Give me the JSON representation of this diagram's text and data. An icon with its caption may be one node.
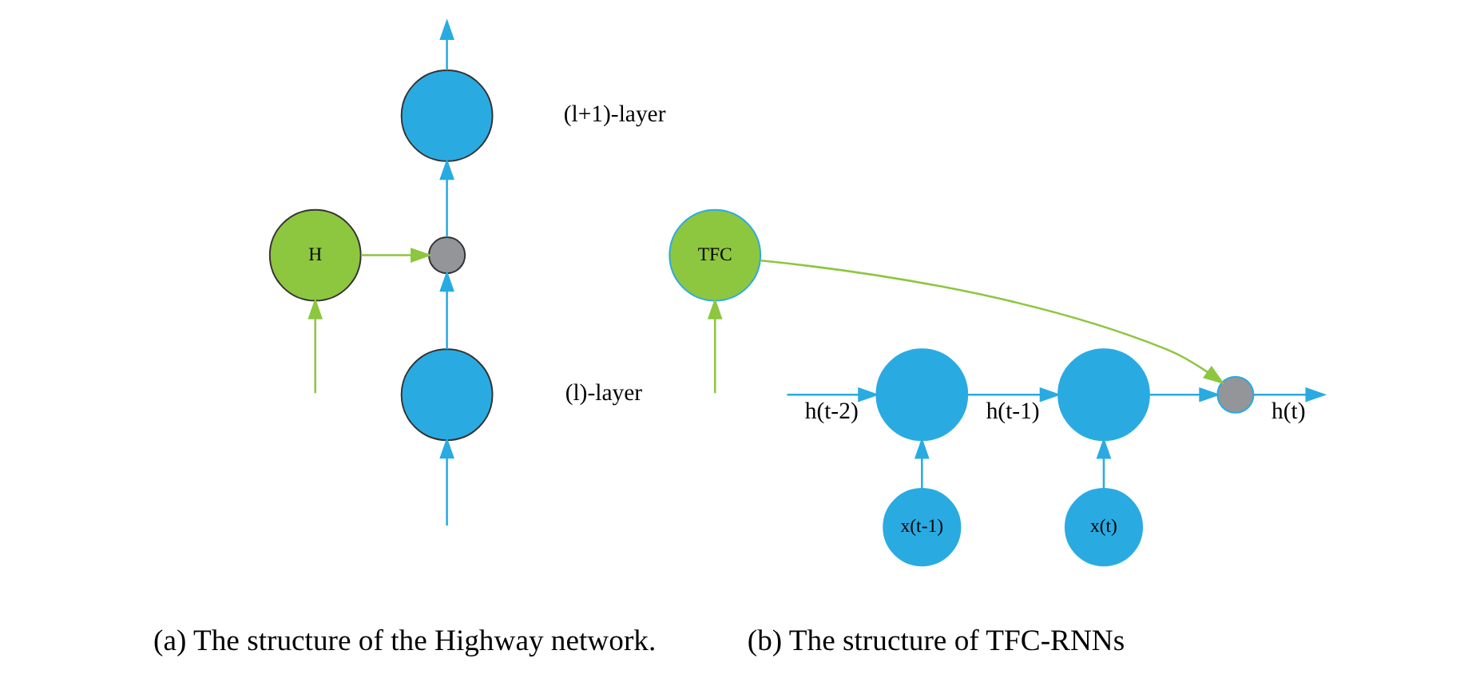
{
  "diagram": {
    "nodes": [
      {
        "text": [],
        "shape": "circle",
        "beside": [
          "(l+1)-layer"
        ]
      },
      {
        "text": [
          "H"
        ]
      },
      {
        "text": [],
        "shape": "circle"
      },
      {
        "text": [],
        "shape": "circle",
        "beside": [
          "(l)-layer"
        ]
      },
      {
        "text": [
          "TFC"
        ]
      },
      {
        "text": [],
        "shape": "circle"
      },
      {
        "text": [],
        "shape": "circle"
      },
      {
        "text": [],
        "shape": "circle"
      },
      {
        "text": [
          "x(t-1)"
        ]
      },
      {
        "text": [
          "x(t)"
        ]
      }
    ],
    "edges": [
      {
        "from": null,
        "to": 3,
        "arrow": "to"
      },
      {
        "from": null,
        "to": 1,
        "arrow": "to",
        "color": "#8dc63f"
      },
      {
        "from": 3,
        "to": 2,
        "arrow": "to"
      },
      {
        "from": 1,
        "to": 2,
        "arrow": "to",
        "color": "#8dc63f"
      },
      {
        "from": 2,
        "to": 0,
        "arrow": "to"
      },
      {
        "from": 0,
        "to": null,
        "arrow": "to"
      },
      {
        "from": null,
        "to": 5,
        "arrow": "to",
        "label": "h(t-2)"
      },
      {
        "from": null,
        "to": 4,
        "arrow": "to",
        "color": "#8dc63f"
      },
      {
        "from": 5,
        "to": 6,
        "arrow": "to",
        "label": "h(t-1)"
      },
      {
        "from": 6,
        "to": 7,
        "arrow": "to"
      },
      {
        "from": 4,
        "to": 7,
        "arrow": "to",
        "color": "#8dc63f"
      },
      {
        "from": 7,
        "to": null,
        "arrow": "to",
        "label": "h(t)"
      },
      {
        "from": 8,
        "to": 5,
        "arrow": "to"
      },
      {
        "from": 9,
        "to": 6,
        "arrow": "to"
      }
    ],
    "labels": [
      "(a) The structure of the Highway network.",
      "(b) The structure of TFC-RNNs"
    ]
  }
}
